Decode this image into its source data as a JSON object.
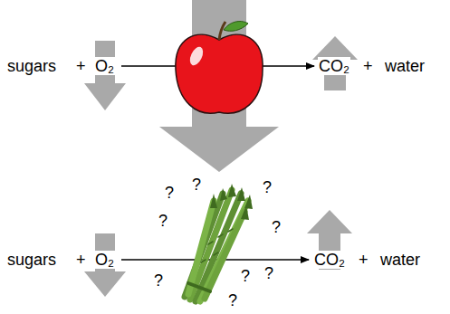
{
  "diagram": {
    "labels": [
      "sugars",
      "+",
      "O₂",
      "CO₂",
      "+",
      "water",
      "?",
      "?",
      "?",
      "?",
      "?",
      "?",
      "?",
      "?",
      "?",
      "sugars",
      "+",
      "O₂",
      "CO₂",
      "+",
      "water"
    ]
  }
}
